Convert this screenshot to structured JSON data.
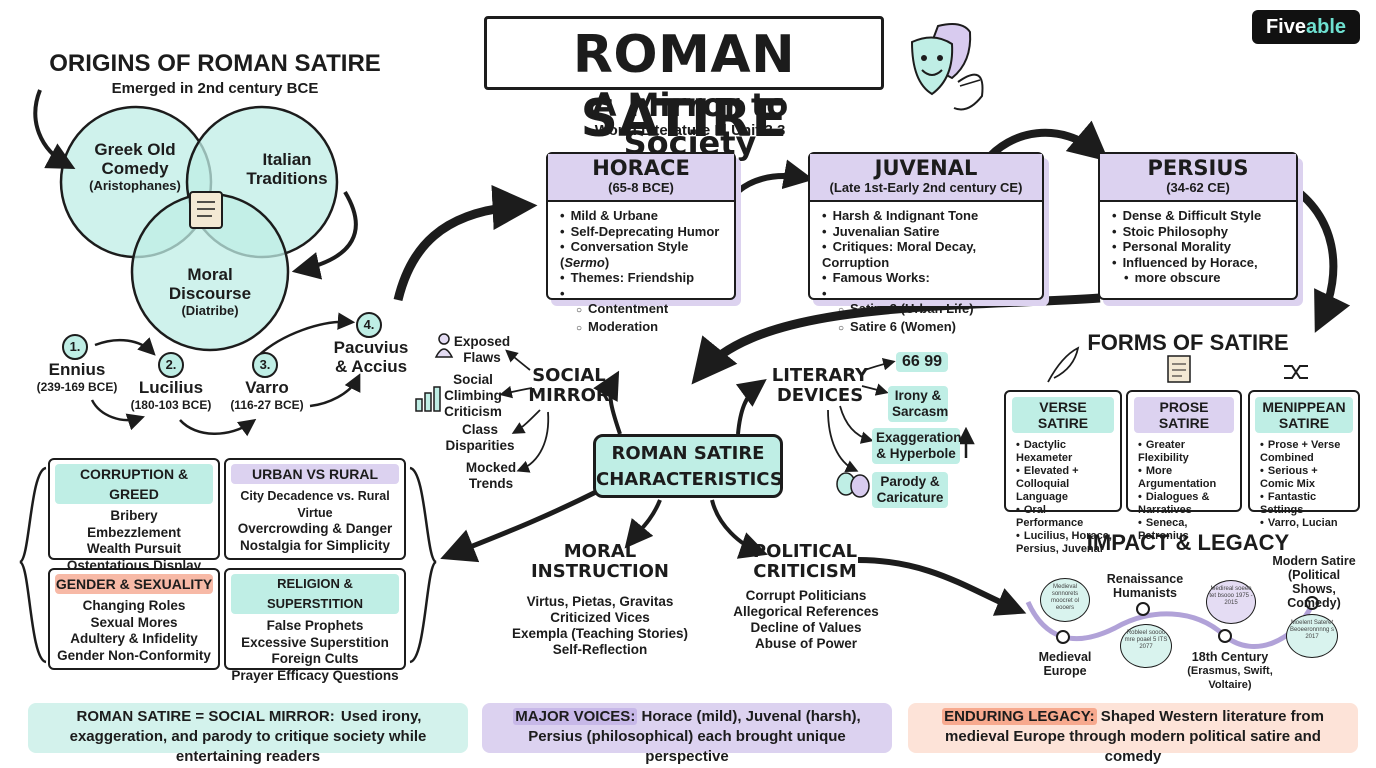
{
  "header": {
    "title": "ROMAN SATIRE",
    "subtitle": "A Mirror to Society",
    "unit": "World Literature I | Unit 3.3",
    "logo_text_a": "Five",
    "logo_text_b": "able"
  },
  "origins": {
    "title": "ORIGINS OF ROMAN SATIRE",
    "subtitle": "Emerged in 2nd century BCE",
    "circle_greek_line1": "Greek Old",
    "circle_greek_line2": "Comedy",
    "circle_greek_note": "(Aristophanes)",
    "circle_italian_line1": "Italian",
    "circle_italian_line2": "Traditions",
    "circle_moral_line1": "Moral",
    "circle_moral_line2": "Discourse",
    "circle_moral_note": "(Diatribe)"
  },
  "satirists": [
    {
      "num": "1.",
      "name": "Ennius",
      "dates": "(239-169 BCE)"
    },
    {
      "num": "2.",
      "name": "Lucilius",
      "dates": "(180-103 BCE)"
    },
    {
      "num": "3.",
      "name": "Varro",
      "dates": "(116-27 BCE)"
    },
    {
      "num": "4.",
      "name_line1": "Pacuvius",
      "name_line2": "& Accius"
    }
  ],
  "poets": {
    "horace": {
      "name": "HORACE",
      "dates": "(65-8 BCE)",
      "items": [
        "Mild & Urbane",
        "Self-Deprecating Humor",
        "Conversation Style (",
        "Sermo",
        ")",
        "Themes: Friendship"
      ],
      "subitems": [
        "Contentment",
        "Moderation"
      ]
    },
    "juvenal": {
      "name": "JUVENAL",
      "dates": "(Late 1st-Early 2nd century CE)",
      "items": [
        "Harsh & Indignant Tone",
        "Juvenalian Satire",
        "Critiques: Moral Decay, Corruption",
        "Famous Works:"
      ],
      "subitems": [
        "Satire 3 (Urban Life)",
        "Satire 6 (Women)"
      ]
    },
    "persius": {
      "name": "PERSIUS",
      "dates": "(34-62 CE)",
      "items": [
        "Dense & Difficult Style",
        "Stoic Philosophy",
        "Personal Morality",
        "Influenced by Horace,",
        "more obscure"
      ]
    }
  },
  "themes": [
    {
      "title": "CORRUPTION & GREED",
      "color": "#bfeee5",
      "items": [
        "Bribery",
        "Embezzlement",
        "Wealth Pursuit",
        "Ostentatious Display"
      ]
    },
    {
      "title": "URBAN VS RURAL",
      "color": "#dcd2f0",
      "items": [
        "City Decadence vs. Rural Virtue",
        "Overcrowding & Danger",
        "Nostalgia for Simplicity"
      ]
    },
    {
      "title": "GENDER & SEXUALITY",
      "color": "#f7b9a6",
      "items": [
        "Changing Roles",
        "Sexual Mores",
        "Adultery & Infidelity",
        "Gender Non-Conformity"
      ]
    },
    {
      "title": "RELIGION & SUPERSTITION",
      "color": "#bfeee5",
      "items": [
        "False Prophets",
        "Excessive Superstition",
        "Foreign Cults",
        "Prayer Efficacy Questions"
      ]
    }
  ],
  "center": {
    "line1": "ROMAN SATIRE",
    "line2": "CHARACTERISTICS"
  },
  "social_mirror": {
    "title_line1": "SOCIAL",
    "title_line2": "MIRROR",
    "items": [
      "Exposed",
      "Flaws",
      "Social",
      "Climbing",
      "Criticism",
      "Class",
      "Disparities",
      "Mocked",
      "Trends"
    ]
  },
  "literary_devices": {
    "title_line1": "LITERARY",
    "title_line2": "DEVICES",
    "quote_mark": "66 99",
    "items": [
      "Irony &",
      "Sarcasm",
      "Exaggeration",
      "& Hyperbole",
      "Parody &",
      "Caricature"
    ]
  },
  "moral_instruction": {
    "title_line1": "MORAL",
    "title_line2": "INSTRUCTION",
    "items": [
      "Virtus, Pietas, Gravitas",
      "Criticized Vices",
      "Exempla (Teaching Stories)",
      "Self-Reflection"
    ]
  },
  "political_criticism": {
    "title_line1": "POLITICAL",
    "title_line2": "CRITICISM",
    "items": [
      "Corrupt Politicians",
      "Allegorical References",
      "Decline of Values",
      "Abuse of Power"
    ]
  },
  "forms": {
    "title": "FORMS OF SATIRE",
    "list": [
      {
        "title_line1": "VERSE",
        "title_line2": "SATIRE",
        "color": "#bfeee5",
        "items": [
          "Dactylic Hexameter",
          "Elevated + Colloquial Language",
          "Oral Performance",
          "Lucilius, Horace, Persius, Juvenal"
        ]
      },
      {
        "title_line1": "PROSE",
        "title_line2": "SATIRE",
        "color": "#dcd2f0",
        "items": [
          "Greater Flexibility",
          "More Argumentation",
          "Dialogues & Narratives",
          "Seneca, Petronius"
        ]
      },
      {
        "title_line1": "MENIPPEAN",
        "title_line2": "SATIRE",
        "color": "#bfeee5",
        "items": [
          "Prose + Verse Combined",
          "Serious + Comic Mix",
          "Fantastic Settings",
          "Varro, Lucian"
        ]
      }
    ]
  },
  "impact": {
    "title": "IMPACT & LEGACY",
    "labels": {
      "renaissance_line1": "Renaissance",
      "renaissance_line2": "Humanists",
      "modern_line1": "Modern Satire",
      "modern_line2": "(Political Shows,",
      "modern_line3": "Comedy)",
      "medieval_line1": "Medieval",
      "medieval_line2": "Europe",
      "c18_line1": "18th Century",
      "c18_line2": "(Erasmus, Swift,",
      "c18_line3": "Voltaire)"
    },
    "bubbles": {
      "b1": "Medieval sonnorets moocret ol eooers",
      "b2": "Robleel soooo mre poael 5 ITS 2077",
      "b3": "Medireal soeeo tet bsooo 1975 - 2015",
      "b4": "Moelent Sateret Beoeeronnnng s 2017"
    }
  },
  "footer": {
    "f1_highlight": "ROMAN SATIRE = SOCIAL MIRROR:",
    "f1_text": " Used irony, exaggeration, and parody to critique society while entertaining readers",
    "f2_highlight": "MAJOR VOICES:",
    "f2_text": " Horace (mild), Juvenal (harsh), Persius (philosophical) each brought unique perspective",
    "f3_highlight": "ENDURING LEGACY:",
    "f3_text": " Shaped Western literature from medieval Europe through modern political satire and comedy"
  }
}
